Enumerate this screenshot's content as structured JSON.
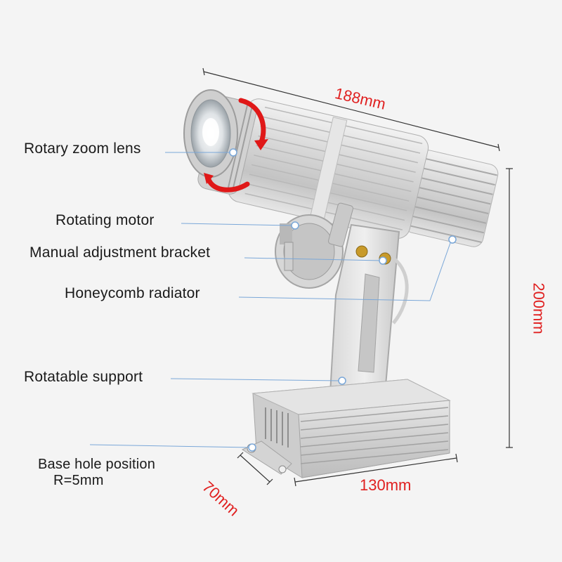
{
  "labels": {
    "zoom_lens": "Rotary zoom lens",
    "motor": "Rotating motor",
    "bracket": "Manual adjustment bracket",
    "radiator": "Honeycomb radiator",
    "support": "Rotatable support",
    "base_hole": "Base hole position",
    "base_hole_r": "R=5mm"
  },
  "dimensions": {
    "length": "188mm",
    "height": "200mm",
    "depth": "70mm",
    "width": "130mm"
  },
  "colors": {
    "background": "#f4f4f4",
    "dimension_text": "#e02020",
    "leader_line": "#7aa7d8",
    "arrow": "#e01818"
  }
}
